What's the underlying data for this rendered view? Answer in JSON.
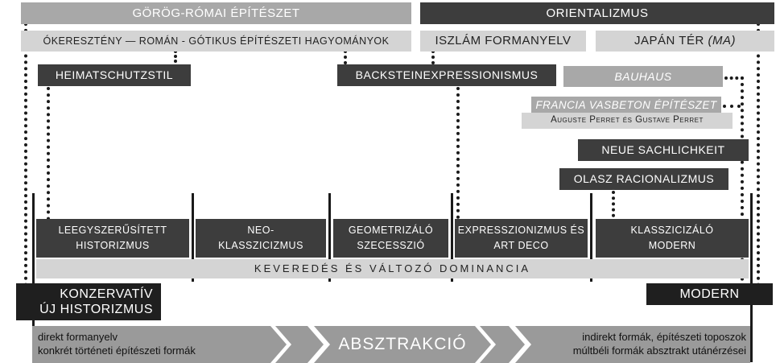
{
  "top": {
    "greco_roman": "GÖRÖG-RÓMAI ÉPÍTÉSZET",
    "orientalism": "ORIENTALIZMUS",
    "traditions": "ÓKERESZTÉNY — ROMÁN - GÓTIKUS ÉPÍTÉSZETI HAGYOMÁNYOK",
    "islamic": "ISZLÁM FORMANYELV",
    "japanese_main": "JAPÁN TÉR ",
    "japanese_ma": "(MA)"
  },
  "styles": {
    "heimatschutz": "HEIMATSCHUTZSTIL",
    "backstein": "BACKSTEINEXPRESSIONISMUS",
    "bauhaus": "BAUHAUS",
    "french_title": "FRANCIA VASBETON ÉPÍTÉSZET",
    "french_sub": "Auguste Perret és Gustave Perret",
    "neue": "NEUE SACHLICHKEIT",
    "olasz": "OLASZ RACIONALIZMUS"
  },
  "categories": [
    {
      "line1": "LEEGYSZERŰSÍTETT",
      "line2": "HISTORIZMUS"
    },
    {
      "line1": "NEO-",
      "line2": "KLASSZICIZMUS"
    },
    {
      "line1": "GEOMETRIZÁLÓ",
      "line2": "SZECESSZIÓ"
    },
    {
      "line1": "EXPRESSZIONIZMUS ÉS",
      "line2": "ART DECO"
    },
    {
      "line1": "KLASSZICIZÁLÓ",
      "line2": "MODERN"
    }
  ],
  "mixing": "KEVEREDÉS ÉS VÁLTOZÓ DOMINANCIA",
  "poles": {
    "conservative_line1": "KONZERVATÍV",
    "conservative_line2": "ÚJ HISTORIZMUS",
    "modern": "MODERN"
  },
  "abstraction": {
    "left_title": "direkt formanyelv",
    "left_sub": "konkrét történeti építészeti formák",
    "center": "ABSZTRAKCIÓ",
    "right_title": "indirekt formák, építészeti toposzok",
    "right_sub": "múltbéli formák absztrakt utánérzései"
  },
  "colors": {
    "dark": "#3d3d3d",
    "very_dark": "#1f1f1f",
    "mid_gray": "#a8a8a8",
    "light_gray": "#d4d4d4",
    "arrow_gray": "#9a9a9a"
  }
}
